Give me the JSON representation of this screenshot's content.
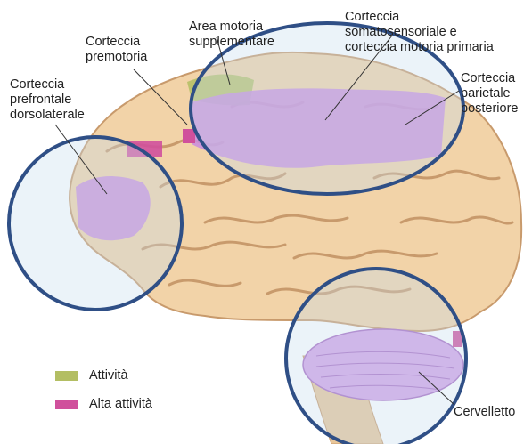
{
  "labels": {
    "area_motoria": [
      "Area motoria",
      "supplementare"
    ],
    "corteccia_premotoria": [
      "Corteccia",
      "premotoria"
    ],
    "corteccia_somatosensoriale": [
      "Corteccia",
      "somatosensoriale e",
      "corteccia motoria primaria"
    ],
    "corteccia_parietale": [
      "Corteccia",
      "parietale",
      "posteriore"
    ],
    "corteccia_prefrontale": [
      "Corteccia",
      "prefrontale",
      "dorsolaterale"
    ],
    "cervelletto": "Cervelletto"
  },
  "legend": [
    {
      "label": "Attività",
      "color": "#b3be63"
    },
    {
      "label": "Alta attività",
      "color": "#d0509c"
    }
  ],
  "colors": {
    "brain": "#f2d3a8",
    "sulci": "#c89a6c",
    "highlight_circle": "#c6dced",
    "circle_stroke": "#2f4f86",
    "activity_magenta": "#c88be0"
  }
}
